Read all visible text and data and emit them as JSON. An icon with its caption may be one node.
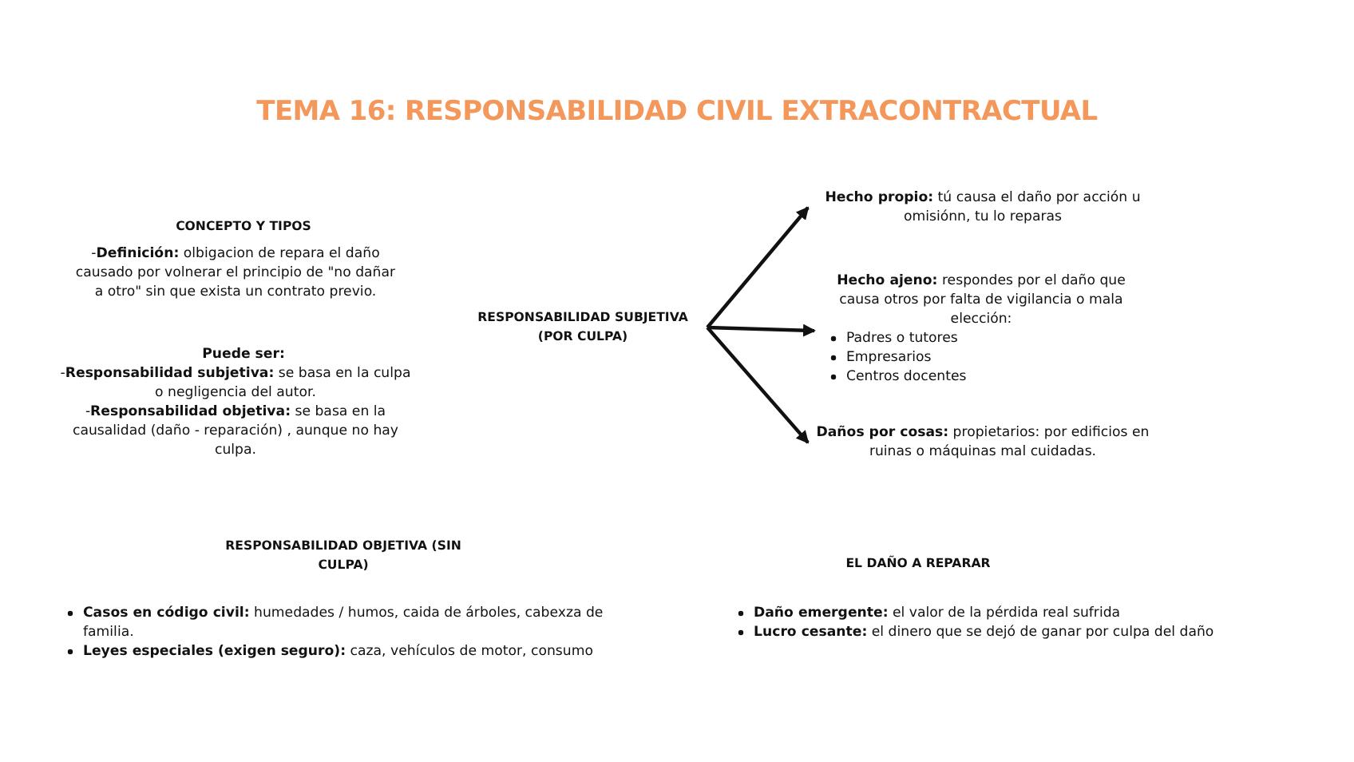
{
  "diagram": {
    "title": "TEMA 16: RESPONSABILIDAD CIVIL EXTRACONTRACTUAL",
    "nodes": [
      {
        "text": [
          "RESPONSABILIDAD SUBJETIVA (POR CULPA)"
        ]
      },
      {
        "text": [
          "**Hecho propio:** tú causa el daño por acción u omisiónn, tu lo reparas"
        ]
      },
      {
        "text": [
          "**Hecho ajeno:** respondes por el daño que causa otros por falta de vigilancia o mala elección:",
          "Padres o tutores",
          "Empresarios",
          "Centros docentes"
        ]
      },
      {
        "text": [
          "**Daños por cosas:** propietarios: por edificios en ruinas o máquinas mal cuidadas."
        ]
      }
    ],
    "edges": [
      {
        "from": 0,
        "to": 1,
        "arrow": "to"
      },
      {
        "from": 0,
        "to": 2,
        "arrow": "to"
      },
      {
        "from": 0,
        "to": 3,
        "arrow": "to"
      }
    ],
    "labels": [
      "CONCEPTO Y TIPOS",
      "-**Definición:** olbigacion de repara el daño causado por volnerar el principio de \"no dañar a otro\" sin que exista un contrato previo.",
      "Puede ser:",
      "-**Responsabilidad subjetiva:** se basa en la culpa o negligencia del autor.",
      "-**Responsabilidad objetiva:** se basa en la causalidad (daño - reparación) , aunque no hay culpa.",
      "RESPONSABILIDAD OBJETIVA (SIN CULPA)",
      "**Casos en código civil:** humedades / humos, caida de árboles, cabexza de familia.",
      "**Leyes especiales (exigen seguro):** caza, vehículos de motor, consumo",
      "EL DAÑO A REPARAR",
      "**Daño emergente:** el valor de la pérdida real sufrida",
      "**Lucro cesante:** el dinero que se dejó de ganar por culpa del daño"
    ]
  }
}
